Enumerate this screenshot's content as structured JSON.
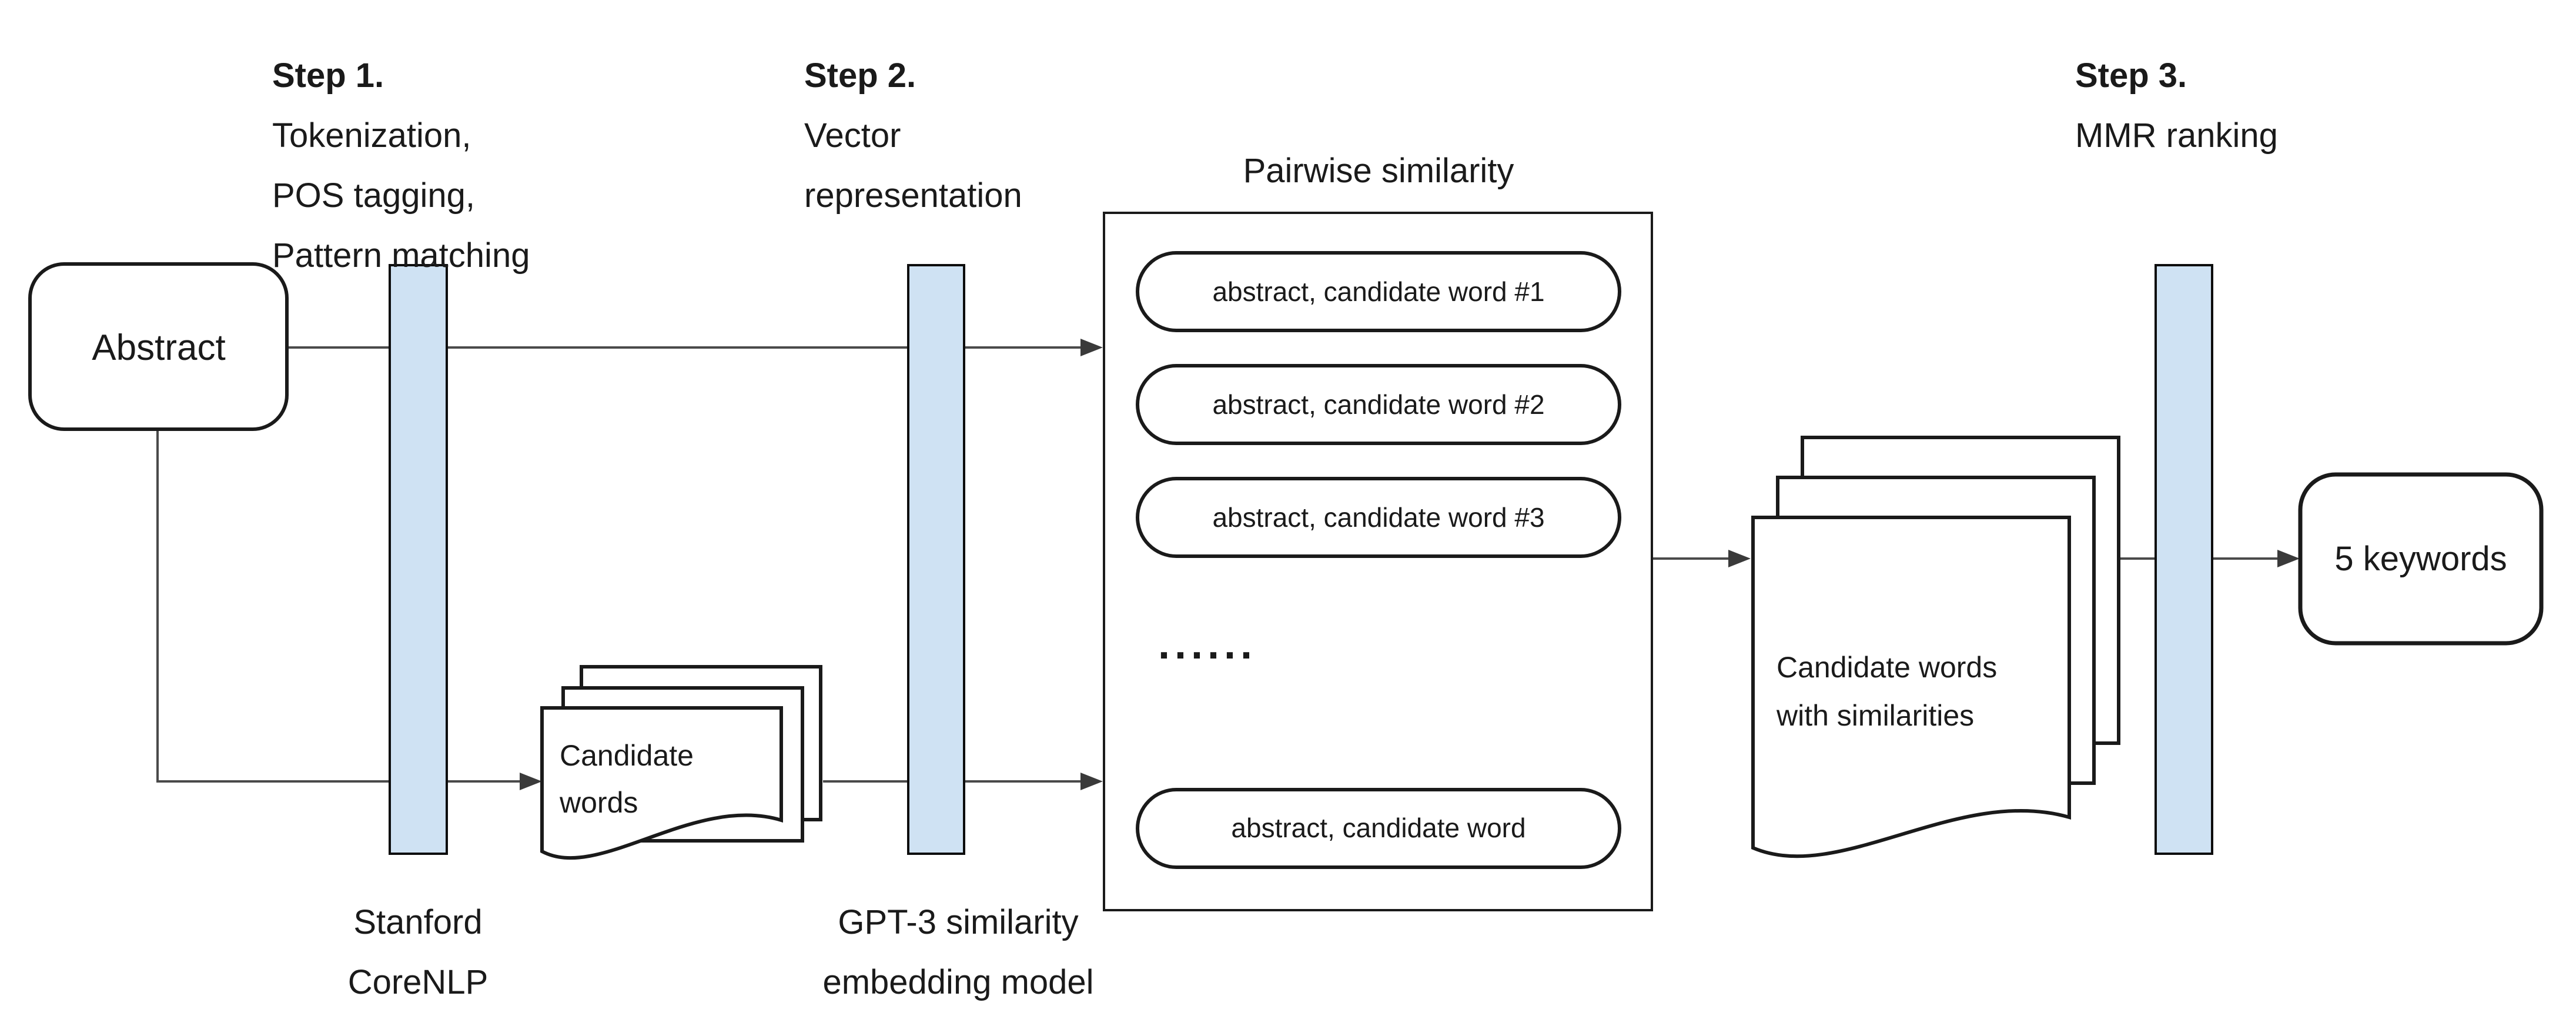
{
  "diagram": {
    "steps": [
      {
        "title": "Step 1.",
        "lines": [
          "Tokenization,",
          "POS tagging,",
          "Pattern matching"
        ]
      },
      {
        "title": "Step 2.",
        "lines": [
          "Vector",
          "representation"
        ]
      },
      {
        "title": "Step 3.",
        "lines": [
          "MMR ranking"
        ]
      }
    ],
    "pairwise_label": "Pairwise similarity",
    "abstract_label": "Abstract",
    "ovals": [
      "abstract, candidate word #1",
      "abstract, candidate word #2",
      "abstract, candidate word #3"
    ],
    "dots": "......",
    "oval_last": "abstract, candidate word",
    "candidate_words": [
      "Candidate",
      "words"
    ],
    "candidate_words_sim": [
      "Candidate words",
      "with similarities"
    ],
    "keywords_label": "5 keywords",
    "tool1": [
      "Stanford",
      "CoreNLP"
    ],
    "tool2": [
      "GPT-3 similarity",
      "embedding model"
    ],
    "colors": {
      "bar_fill": "#cfe2f3",
      "bar_border": "#0d0d0d",
      "shape_border": "#1a1a1a",
      "flow_line": "#4a4a4a",
      "background": "#ffffff"
    }
  }
}
